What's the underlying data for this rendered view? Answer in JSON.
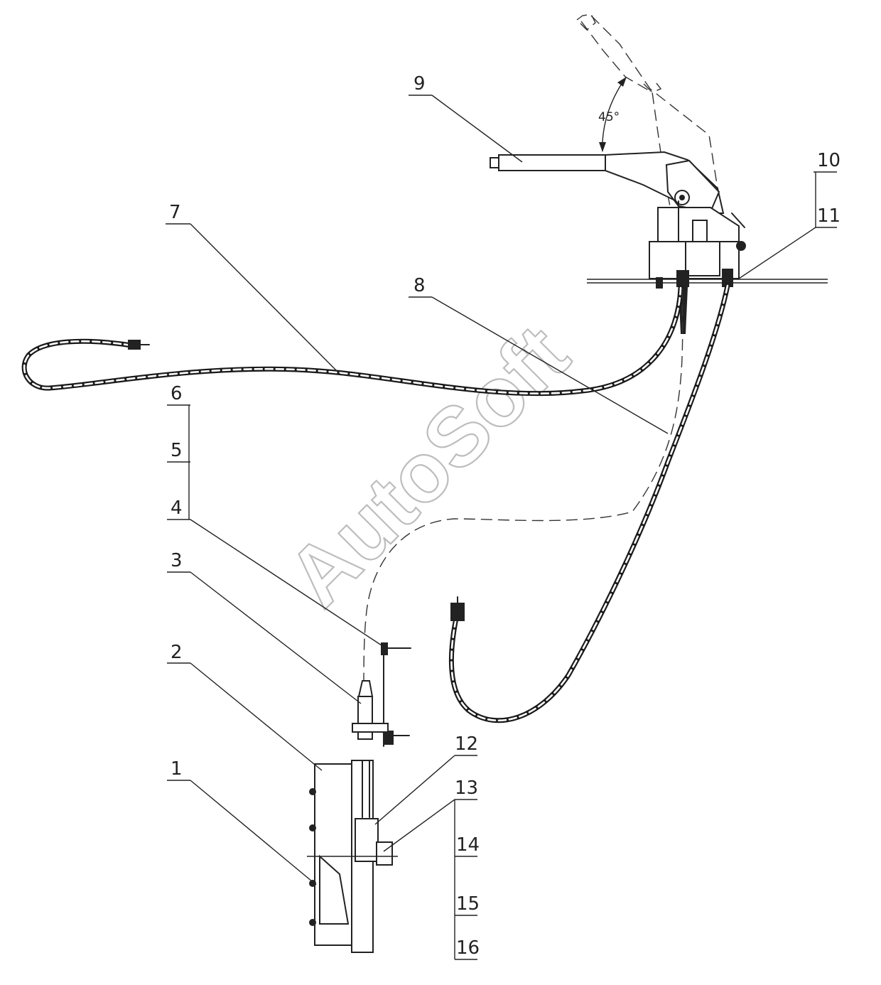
{
  "watermark": "AutoSoft",
  "angle_label": "45°",
  "callouts": {
    "c1": "1",
    "c2": "2",
    "c3": "3",
    "c4": "4",
    "c5": "5",
    "c6": "6",
    "c7": "7",
    "c8": "8",
    "c9": "9",
    "c10": "10",
    "c11": "11",
    "c12": "12",
    "c13": "13",
    "c14": "14",
    "c15": "15",
    "c16": "16"
  }
}
